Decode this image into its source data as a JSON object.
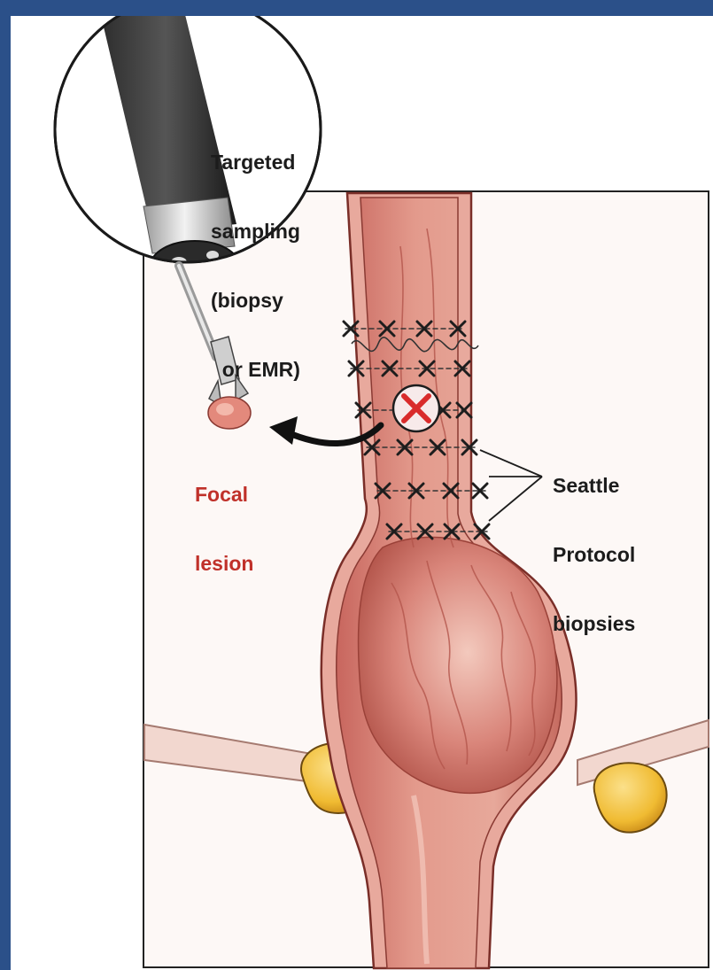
{
  "diagram": {
    "callout_label": [
      "Targeted",
      "sampling",
      "(biopsy",
      "  or EMR)"
    ],
    "lesion_label": [
      "Focal",
      "lesion"
    ],
    "protocol_label": [
      "Seattle",
      "Protocol",
      "biopsies"
    ],
    "biopsy_mark_rows": 6,
    "colors": {
      "border": "#2b5089",
      "lesion_text": "#c0312a",
      "tissue": "#d9857a",
      "fat": "#f2c23c",
      "lesion_mark": "#d92b2b"
    },
    "icons": [
      "endoscope-icon",
      "biopsy-forceps-icon",
      "lesion-x-mark-icon",
      "arrow-icon"
    ]
  }
}
